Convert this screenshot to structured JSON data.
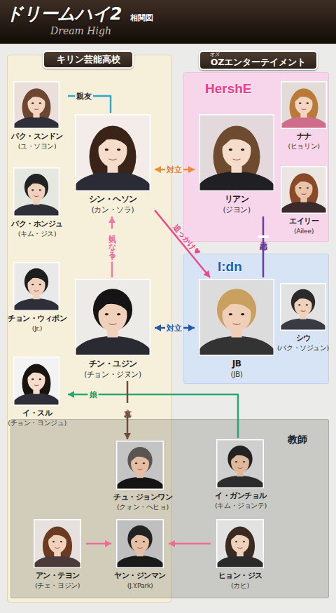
{
  "diagram": {
    "title": "ドリームハイ2",
    "nodes": [
      {
        "text": [
          "キリン芸能高校"
        ]
      },
      {
        "text": [
          "OZエンターテイメント"
        ]
      },
      {
        "text": [
          "パク・スンドン",
          "(ユ・ソヨン)"
        ],
        "in": 0
      },
      {
        "text": [
          "シン・ヘソン",
          "(カン・ソラ)"
        ],
        "in": 0
      },
      {
        "text": [
          "HershE"
        ],
        "in": 1
      },
      {
        "text": [
          "リアン",
          "(ジヨン)"
        ],
        "in": 4
      },
      {
        "text": [
          "ナナ",
          "(ヒョリン)"
        ],
        "in": 4
      },
      {
        "text": [
          "エイリー",
          "(Ailee)"
        ],
        "in": 4
      },
      {
        "text": [
          "パク・ホンジュ",
          "(キム・ジス)"
        ],
        "in": 0
      },
      {
        "text": [
          "チョン・ウィボン",
          "(Jr.)"
        ],
        "in": 0
      },
      {
        "text": [
          "チン・ユジン",
          "(チョン・ジヌン)"
        ],
        "in": 0
      },
      {
        "text": [
          "I:dn"
        ],
        "in": 1
      },
      {
        "text": [
          "JB",
          "(JB)"
        ],
        "in": 11
      },
      {
        "text": [
          "シウ",
          "(パク・ソジュン)"
        ],
        "in": 11
      },
      {
        "text": [
          "イ・スル",
          "(チョン・ヨンジュ)"
        ],
        "in": 0
      },
      {
        "text": [
          "教師"
        ]
      },
      {
        "text": [
          "チュ・ジョンワン",
          "(クォン・ヘヒョ)"
        ],
        "in": 15
      },
      {
        "text": [
          "イ・ガンチョル",
          "(キム・ジョンテ)"
        ],
        "in": 15
      },
      {
        "text": [
          "アン・テヨン",
          "(チェ・ヨジン)"
        ],
        "in": 15
      },
      {
        "text": [
          "ヤン・ジンマン",
          "(J.Y.Park)"
        ],
        "in": 15
      },
      {
        "text": [
          "ヒョン・ジス",
          "(カヒ)"
        ],
        "in": 15
      }
    ],
    "edges": [
      {
        "from": 2,
        "to": 3,
        "label": "親友",
        "arrow": "none"
      },
      {
        "from": 3,
        "to": 5,
        "label": "対立",
        "arrow": "both"
      },
      {
        "from": 3,
        "to": 12,
        "label": "追っかけ♥",
        "arrow": "to"
      },
      {
        "from": 5,
        "to": 12,
        "label": "元恋人",
        "arrow": "none"
      },
      {
        "from": 10,
        "to": 3,
        "label": "気になる?",
        "arrow": "to"
      },
      {
        "from": 10,
        "to": 12,
        "label": "対立",
        "arrow": "both"
      },
      {
        "from": 17,
        "to": 14,
        "label": "娘",
        "arrow": "to"
      },
      {
        "from": 10,
        "to": 16,
        "label": "慕う",
        "arrow": "to"
      },
      {
        "from": 18,
        "to": 19,
        "arrow": "to"
      },
      {
        "from": 20,
        "to": 19,
        "arrow": "to"
      }
    ],
    "labels": [
      "相関図",
      "Dream High",
      "オズ"
    ]
  }
}
